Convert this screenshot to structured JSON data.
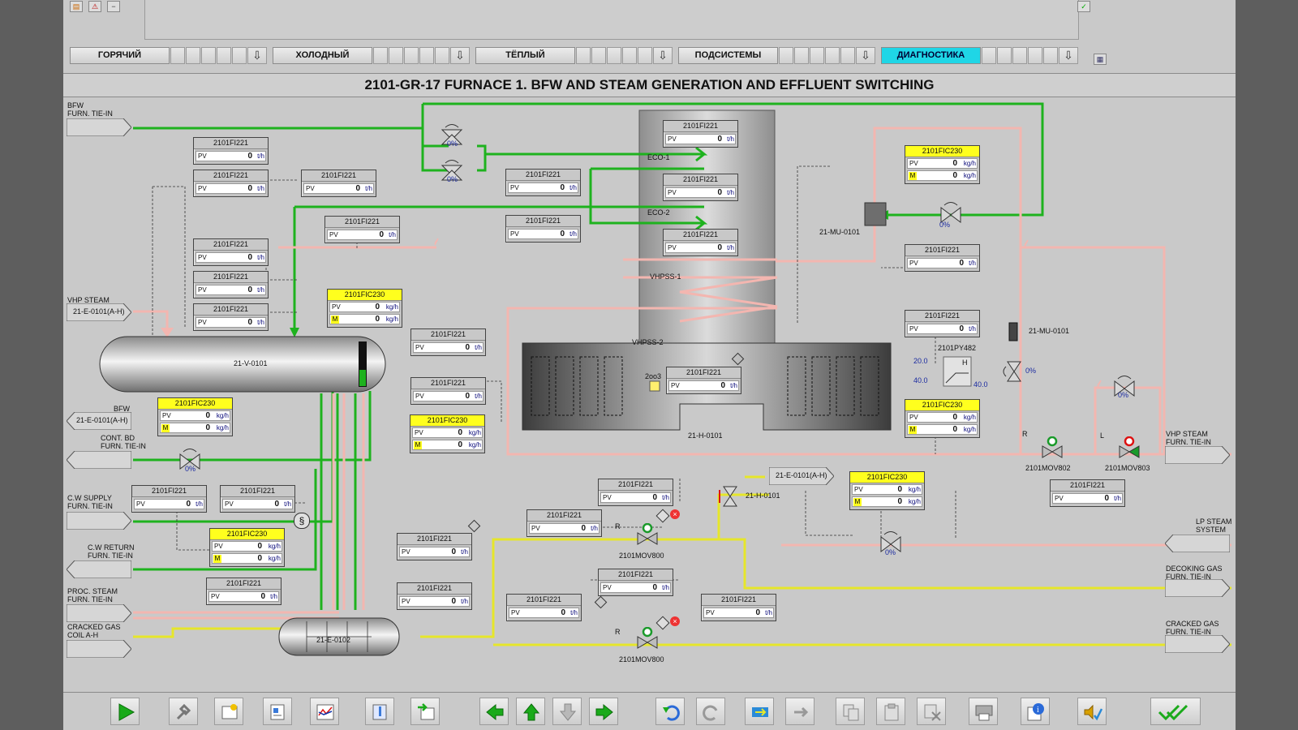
{
  "header": {
    "title": "2101-GR-17 FURNACE 1. BFW AND STEAM GENERATION AND EFFLUENT SWITCHING"
  },
  "nav_tabs": [
    {
      "label": "ГОРЯЧИЙ",
      "active": false
    },
    {
      "label": "ХОЛОДНЫЙ",
      "active": false
    },
    {
      "label": "ТЁПЛЫЙ",
      "active": false
    },
    {
      "label": "ПОДСИСТЕМЫ",
      "active": false
    },
    {
      "label": "ДИАГНОСТИКА",
      "active": true
    }
  ],
  "colors": {
    "background": "#c9c9c9",
    "bfw_line": "#1eb21e",
    "steam_line": "#f3b6b0",
    "gas_line": "#e6e62a",
    "active_tab": "#1fd6e6",
    "controller_tag": "#ffff1e"
  },
  "terminals": {
    "bfw_in": {
      "label": "BFW\nFURN. TIE-IN"
    },
    "vhp_steam_in": {
      "label": "VHP STEAM",
      "box": "21-E-0101(A-H)"
    },
    "bfw_exch": {
      "label": "BFW",
      "box": "21-E-0101(A-H)"
    },
    "cont_bd": {
      "label": "CONT. BD\nFURN. TIE-IN"
    },
    "cw_supply": {
      "label": "C.W SUPPLY\nFURN. TIE-IN"
    },
    "cw_return": {
      "label": "C.W RETURN\nFURN. TIE-IN"
    },
    "proc_steam": {
      "label": "PROC. STEAM\nFURN. TIE-IN"
    },
    "cracked_gas_coil": {
      "label": "CRACKED GAS\nCOIL A-H"
    },
    "vhp_steam_out": {
      "label": "VHP STEAM\nFURN. TIE-IN"
    },
    "lp_steam": {
      "label": "LP STEAM\nSYSTEM"
    },
    "decoking_gas": {
      "label": "DECOKING GAS\nFURN. TIE-IN"
    },
    "cracked_gas_out": {
      "label": "CRACKED GAS\nFURN. TIE-IN"
    },
    "e0101_box": {
      "box": "21-E-0101(A-H)"
    }
  },
  "equipment": {
    "drum": "21-V-0101",
    "exchanger": "21-E-0102",
    "furnace": "21-H-0101",
    "furnace_valve_tag": "21-H-0101",
    "eco1": "ECO-1",
    "eco2": "ECO-2",
    "vhpss1": "VHPSS-1",
    "vhpss2": "VHPSS-2",
    "mu0101_top": "21-MU-0101",
    "mu0101_right": "21-MU-0101",
    "py482": "2101PY482",
    "py_h": "H",
    "py_in1": "20.0",
    "py_in2": "40.0",
    "py_out": "40.0",
    "vote_2oo3": "2oo3",
    "mov802": "2101MOV802",
    "mov803": "2101MOV803",
    "mov800a": "2101MOV800",
    "mov800b": "2101MOV800",
    "lbl_r1": "R",
    "lbl_l1": "L",
    "lbl_r2": "R",
    "lbl_r3": "R",
    "lbl_s": "S"
  },
  "faceplates": {
    "fi_01": {
      "tag": "2101FI221",
      "pv_label": "PV",
      "pv": "0",
      "unit": "t/h"
    },
    "fi_02": {
      "tag": "2101FI221",
      "pv_label": "PV",
      "pv": "0",
      "unit": "t/h"
    },
    "fi_03": {
      "tag": "2101FI221",
      "pv_label": "PV",
      "pv": "0",
      "unit": "t/h"
    },
    "fi_04": {
      "tag": "2101FI221",
      "pv_label": "PV",
      "pv": "0",
      "unit": "t/h"
    },
    "fi_05": {
      "tag": "2101FI221",
      "pv_label": "PV",
      "pv": "0",
      "unit": "t/h"
    },
    "fi_06": {
      "tag": "2101FI221",
      "pv_label": "PV",
      "pv": "0",
      "unit": "t/h"
    },
    "fi_07": {
      "tag": "2101FI221",
      "pv_label": "PV",
      "pv": "0",
      "unit": "t/h"
    },
    "fi_08": {
      "tag": "2101FI221",
      "pv_label": "PV",
      "pv": "0",
      "unit": "t/h"
    },
    "fi_09": {
      "tag": "2101FI221",
      "pv_label": "PV",
      "pv": "0",
      "unit": "t/h"
    },
    "fi_10": {
      "tag": "2101FI221",
      "pv_label": "PV",
      "pv": "0",
      "unit": "t/h"
    },
    "fi_11": {
      "tag": "2101FI221",
      "pv_label": "PV",
      "pv": "0",
      "unit": "t/h"
    },
    "fi_12": {
      "tag": "2101FI221",
      "pv_label": "PV",
      "pv": "0",
      "unit": "t/h"
    },
    "fi_13": {
      "tag": "2101FI221",
      "pv_label": "PV",
      "pv": "0",
      "unit": "t/h"
    },
    "fi_14": {
      "tag": "2101FI221",
      "pv_label": "PV",
      "pv": "0",
      "unit": "t/h"
    },
    "fi_15": {
      "tag": "2101FI221",
      "pv_label": "PV",
      "pv": "0",
      "unit": "t/h"
    },
    "fi_16": {
      "tag": "2101FI221",
      "pv_label": "PV",
      "pv": "0",
      "unit": "t/h"
    },
    "fi_17": {
      "tag": "2101FI221",
      "pv_label": "PV",
      "pv": "0",
      "unit": "t/h"
    },
    "fi_18": {
      "tag": "2101FI221",
      "pv_label": "PV",
      "pv": "0",
      "unit": "t/h"
    },
    "fi_19": {
      "tag": "2101FI221",
      "pv_label": "PV",
      "pv": "0",
      "unit": "t/h"
    },
    "fi_20": {
      "tag": "2101FI221",
      "pv_label": "PV",
      "pv": "0",
      "unit": "t/h"
    },
    "fi_21": {
      "tag": "2101FI221",
      "pv_label": "PV",
      "pv": "0",
      "unit": "t/h"
    },
    "fi_22": {
      "tag": "2101FI221",
      "pv_label": "PV",
      "pv": "0",
      "unit": "t/h"
    },
    "fi_23": {
      "tag": "2101FI221",
      "pv_label": "PV",
      "pv": "0",
      "unit": "t/h"
    },
    "fi_24": {
      "tag": "2101FI221",
      "pv_label": "PV",
      "pv": "0",
      "unit": "t/h"
    },
    "fi_25": {
      "tag": "2101FI221",
      "pv_label": "PV",
      "pv": "0",
      "unit": "t/h"
    },
    "fi_26": {
      "tag": "2101FI221",
      "pv_label": "PV",
      "pv": "0",
      "unit": "t/h"
    },
    "fi_27": {
      "tag": "2101FI221",
      "pv_label": "PV",
      "pv": "0",
      "unit": "t/h"
    },
    "fi_28": {
      "tag": "2101FI221",
      "pv_label": "PV",
      "pv": "0",
      "unit": "t/h"
    }
  },
  "controllers": {
    "fic_1": {
      "tag": "2101FIC230",
      "pv_label": "PV",
      "pv": "0",
      "m_label": "M",
      "m": "0",
      "unit": "kg/h"
    },
    "fic_2": {
      "tag": "2101FIC230",
      "pv_label": "PV",
      "pv": "0",
      "m_label": "M",
      "m": "0",
      "unit": "kg/h"
    },
    "fic_3": {
      "tag": "2101FIC230",
      "pv_label": "PV",
      "pv": "0",
      "m_label": "M",
      "m": "0",
      "unit": "kg/h"
    },
    "fic_4": {
      "tag": "2101FIC230",
      "pv_label": "PV",
      "pv": "0",
      "m_label": "M",
      "m": "0",
      "unit": "kg/h"
    },
    "fic_5": {
      "tag": "2101FIC230",
      "pv_label": "PV",
      "pv": "0",
      "m_label": "M",
      "m": "0",
      "unit": "kg/h"
    },
    "fic_6": {
      "tag": "2101FIC230",
      "pv_label": "PV",
      "pv": "0",
      "m_label": "M",
      "m": "0",
      "unit": "kg/h"
    },
    "fic_7": {
      "tag": "2101FIC230",
      "pv_label": "PV",
      "pv": "0",
      "m_label": "M",
      "m": "0",
      "unit": "kg/h"
    }
  },
  "valve_openings": {
    "v_bfw_top": "0%",
    "v_bfw_bot": "0%",
    "v_contbd": "0%",
    "v_mu": "0%",
    "v_py": "0%",
    "v_right": "0%",
    "v_lp": "0%"
  },
  "toolbar": [
    {
      "icon": "play-icon"
    },
    {
      "icon": "tools-icon"
    },
    {
      "icon": "new-display-icon"
    },
    {
      "icon": "report-icon"
    },
    {
      "icon": "trend-icon"
    },
    {
      "icon": "thermometer-icon"
    },
    {
      "icon": "export-icon"
    },
    {
      "icon": "arrow-left-icon"
    },
    {
      "icon": "arrow-up-icon"
    },
    {
      "icon": "arrow-down-icon"
    },
    {
      "icon": "arrow-right-icon"
    },
    {
      "icon": "undo-icon"
    },
    {
      "icon": "redo-icon"
    },
    {
      "icon": "forward-icon"
    },
    {
      "icon": "next-icon"
    },
    {
      "icon": "copy-icon"
    },
    {
      "icon": "paste-icon"
    },
    {
      "icon": "cut-icon"
    },
    {
      "icon": "print-icon"
    },
    {
      "icon": "info-icon"
    },
    {
      "icon": "sound-icon"
    },
    {
      "icon": "acknowledge-icon"
    }
  ]
}
